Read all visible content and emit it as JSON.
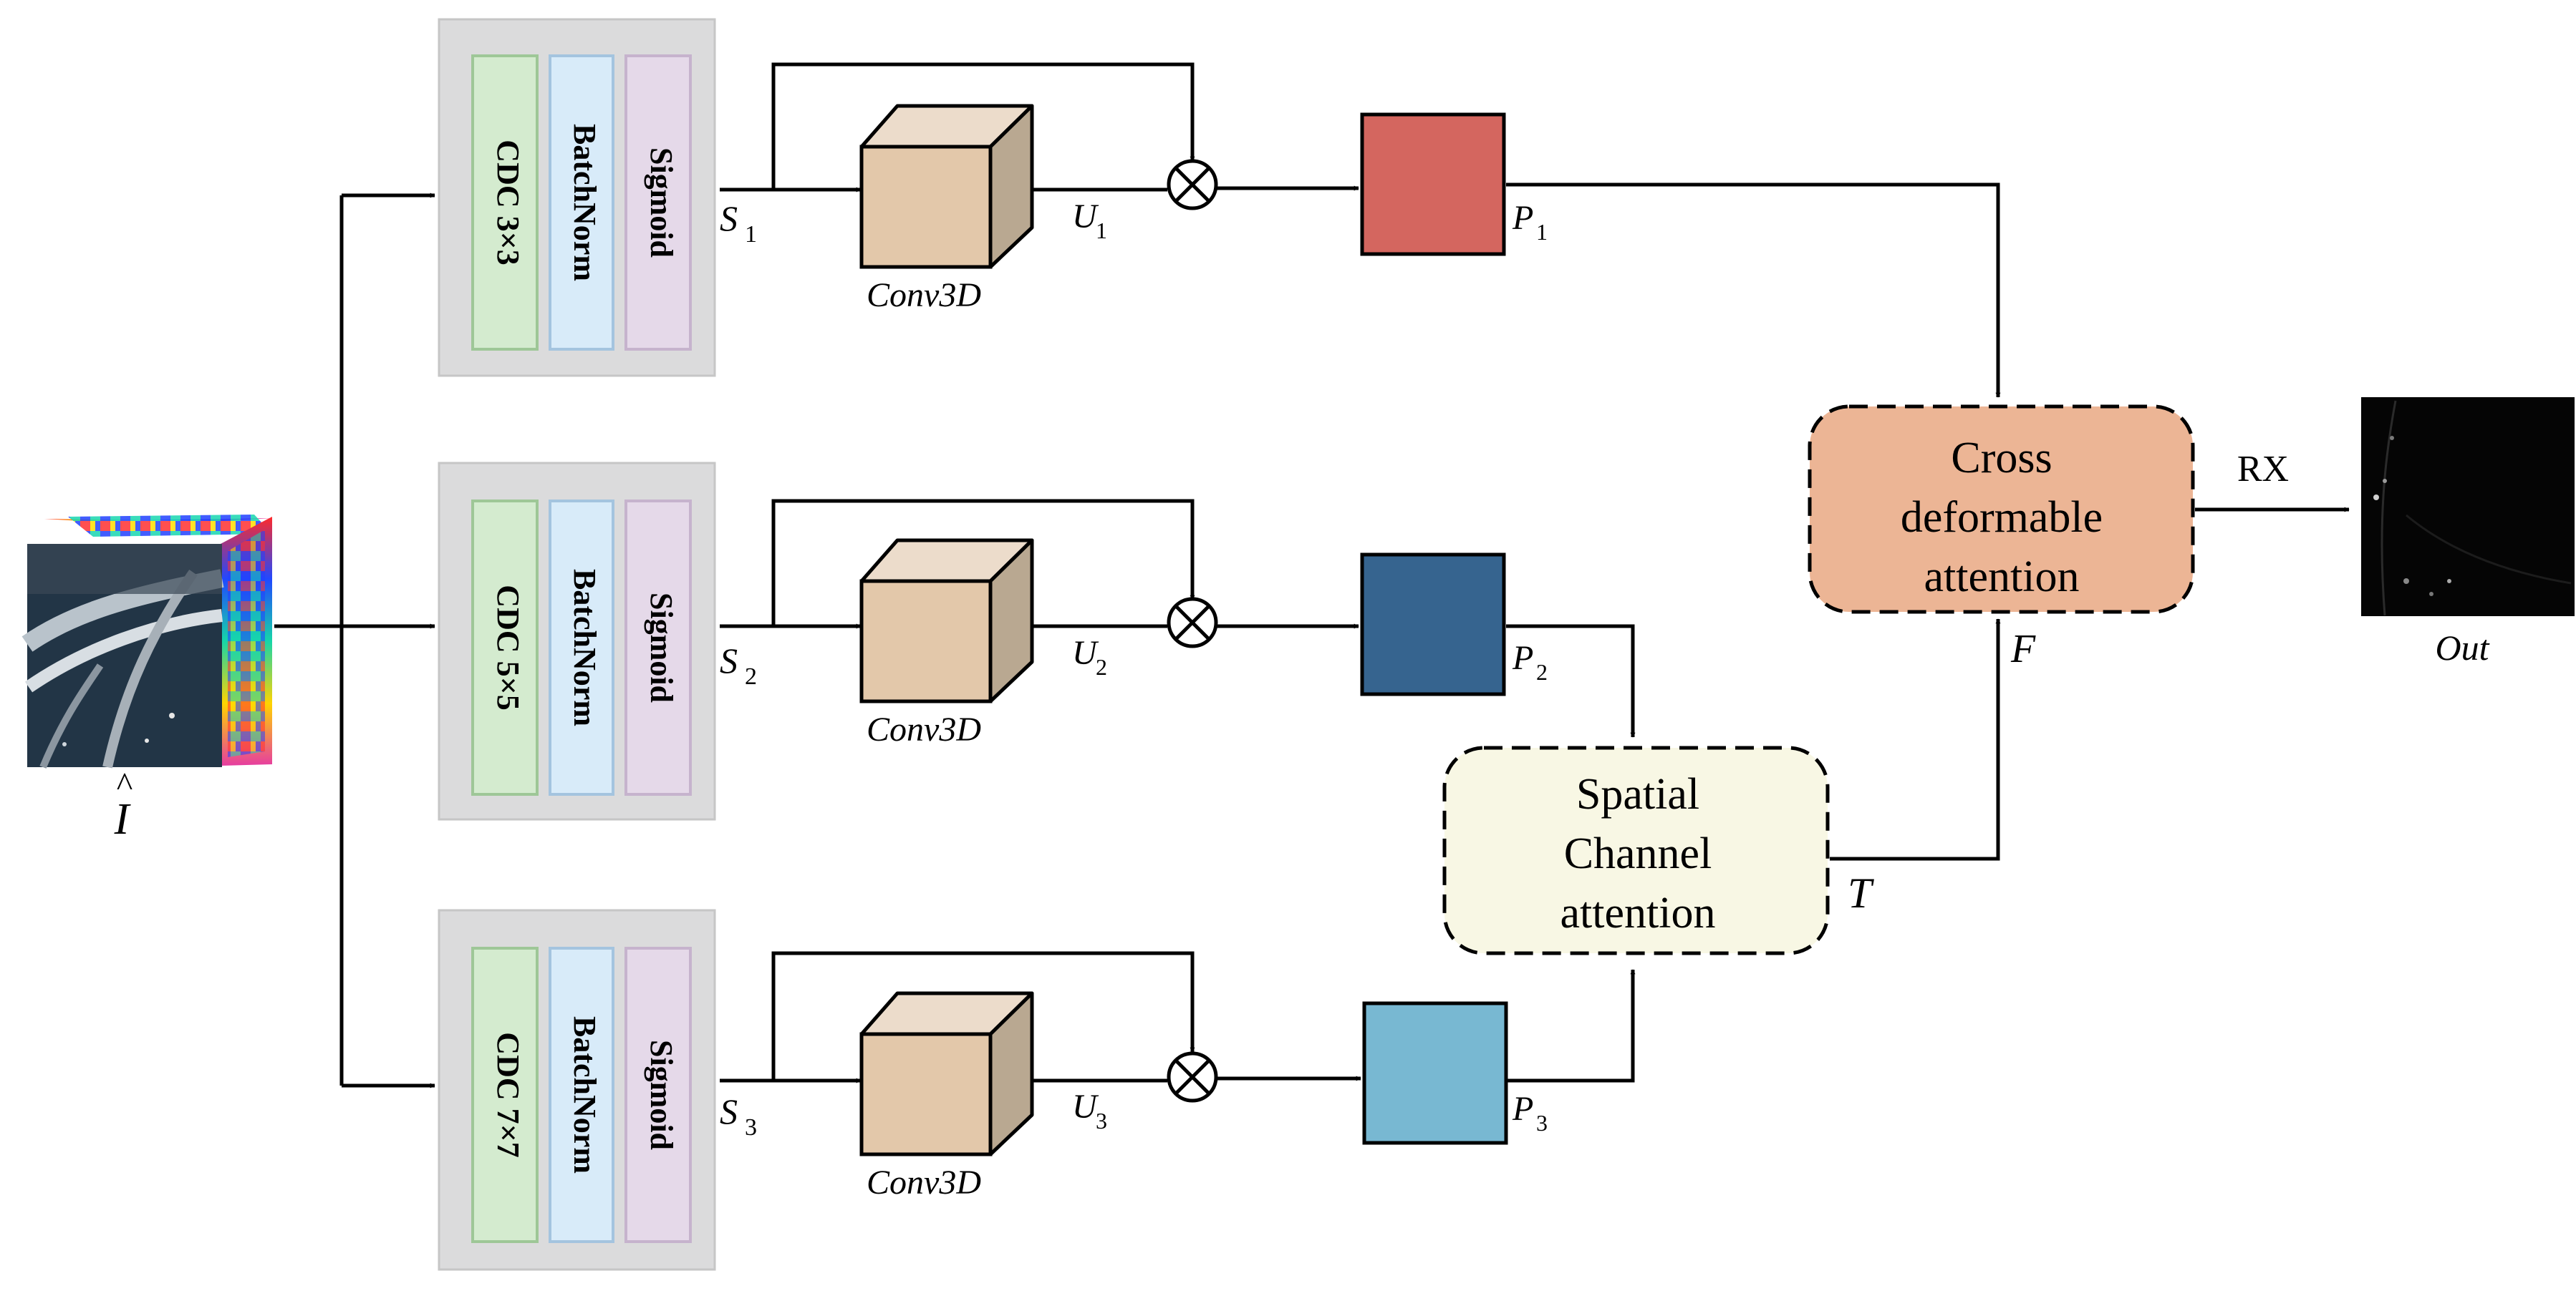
{
  "input": {
    "var": "I",
    "hat": "^"
  },
  "branches": [
    {
      "layers": [
        "CDC 3×3",
        "BatchNorm",
        "Sigmoid"
      ],
      "s_var": "S",
      "s_sub": "1",
      "u_var": "U",
      "u_sub": "1",
      "conv_label": "Conv3D",
      "p_var": "P",
      "p_sub": "1",
      "p_color": "#d4665f"
    },
    {
      "layers": [
        "CDC 5×5",
        "BatchNorm",
        "Sigmoid"
      ],
      "s_var": "S",
      "s_sub": "2",
      "u_var": "U",
      "u_sub": "2",
      "conv_label": "Conv3D",
      "p_var": "P",
      "p_sub": "2",
      "p_color": "#36648f"
    },
    {
      "layers": [
        "CDC 7×7",
        "BatchNorm",
        "Sigmoid"
      ],
      "s_var": "S",
      "s_sub": "3",
      "u_var": "U",
      "u_sub": "3",
      "conv_label": "Conv3D",
      "p_var": "P",
      "p_sub": "3",
      "p_color": "#78b8d2"
    }
  ],
  "multiply_symbol": "⊗",
  "spatial_channel": {
    "lines": [
      "Spatial",
      "Channel",
      "attention"
    ],
    "output_var": "T",
    "fill": "#f8f7e4"
  },
  "cross_deformable": {
    "lines": [
      "Cross",
      "deformable",
      "attention"
    ],
    "input_var": "F",
    "fill": "#ecb595"
  },
  "rx_label": "RX",
  "output": {
    "label": "Out"
  }
}
